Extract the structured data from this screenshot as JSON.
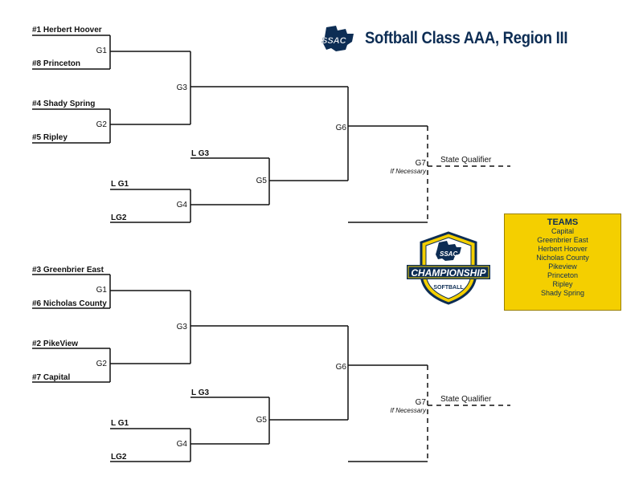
{
  "title": "Softball Class AAA, Region III",
  "logo_text": "SSAC",
  "badge": {
    "logo_text": "SSAC",
    "banner": "CHAMPIONSHIP",
    "sport": "SOFTBALL"
  },
  "colors": {
    "navy": "#0d2d54",
    "gold": "#f4cf00",
    "line": "#111111"
  },
  "top_bracket": {
    "teams": [
      "#1 Herbert Hoover",
      "#8 Princeton",
      "#4 Shady Spring",
      "#5 Ripley"
    ],
    "games": {
      "g1": "G1",
      "g2": "G2",
      "g3": "G3",
      "g4": "G4",
      "g5": "G5",
      "g6": "G6",
      "g7": "G7"
    },
    "losers": {
      "lg3": "L G3",
      "lg1": "L G1",
      "lg2": "LG2"
    },
    "if_necessary": "If Necessary",
    "qualifier": "State Qualifier"
  },
  "bottom_bracket": {
    "teams": [
      "#3 Greenbrier East",
      "#6 Nicholas County",
      "#2 PikeView",
      "#7 Capital"
    ],
    "games": {
      "g1": "G1",
      "g2": "G2",
      "g3": "G3",
      "g4": "G4",
      "g5": "G5",
      "g6": "G6",
      "g7": "G7"
    },
    "losers": {
      "lg3": "L G3",
      "lg1": "L G1",
      "lg2": "LG2"
    },
    "if_necessary": "If Necessary",
    "qualifier": "State Qualifier"
  },
  "teams_box": {
    "title": "TEAMS",
    "items": [
      "Capital",
      "Greenbrier East",
      "Herbert Hoover",
      "Nicholas County",
      "Pikeview",
      "Princeton",
      "Ripley",
      "Shady Spring"
    ]
  }
}
